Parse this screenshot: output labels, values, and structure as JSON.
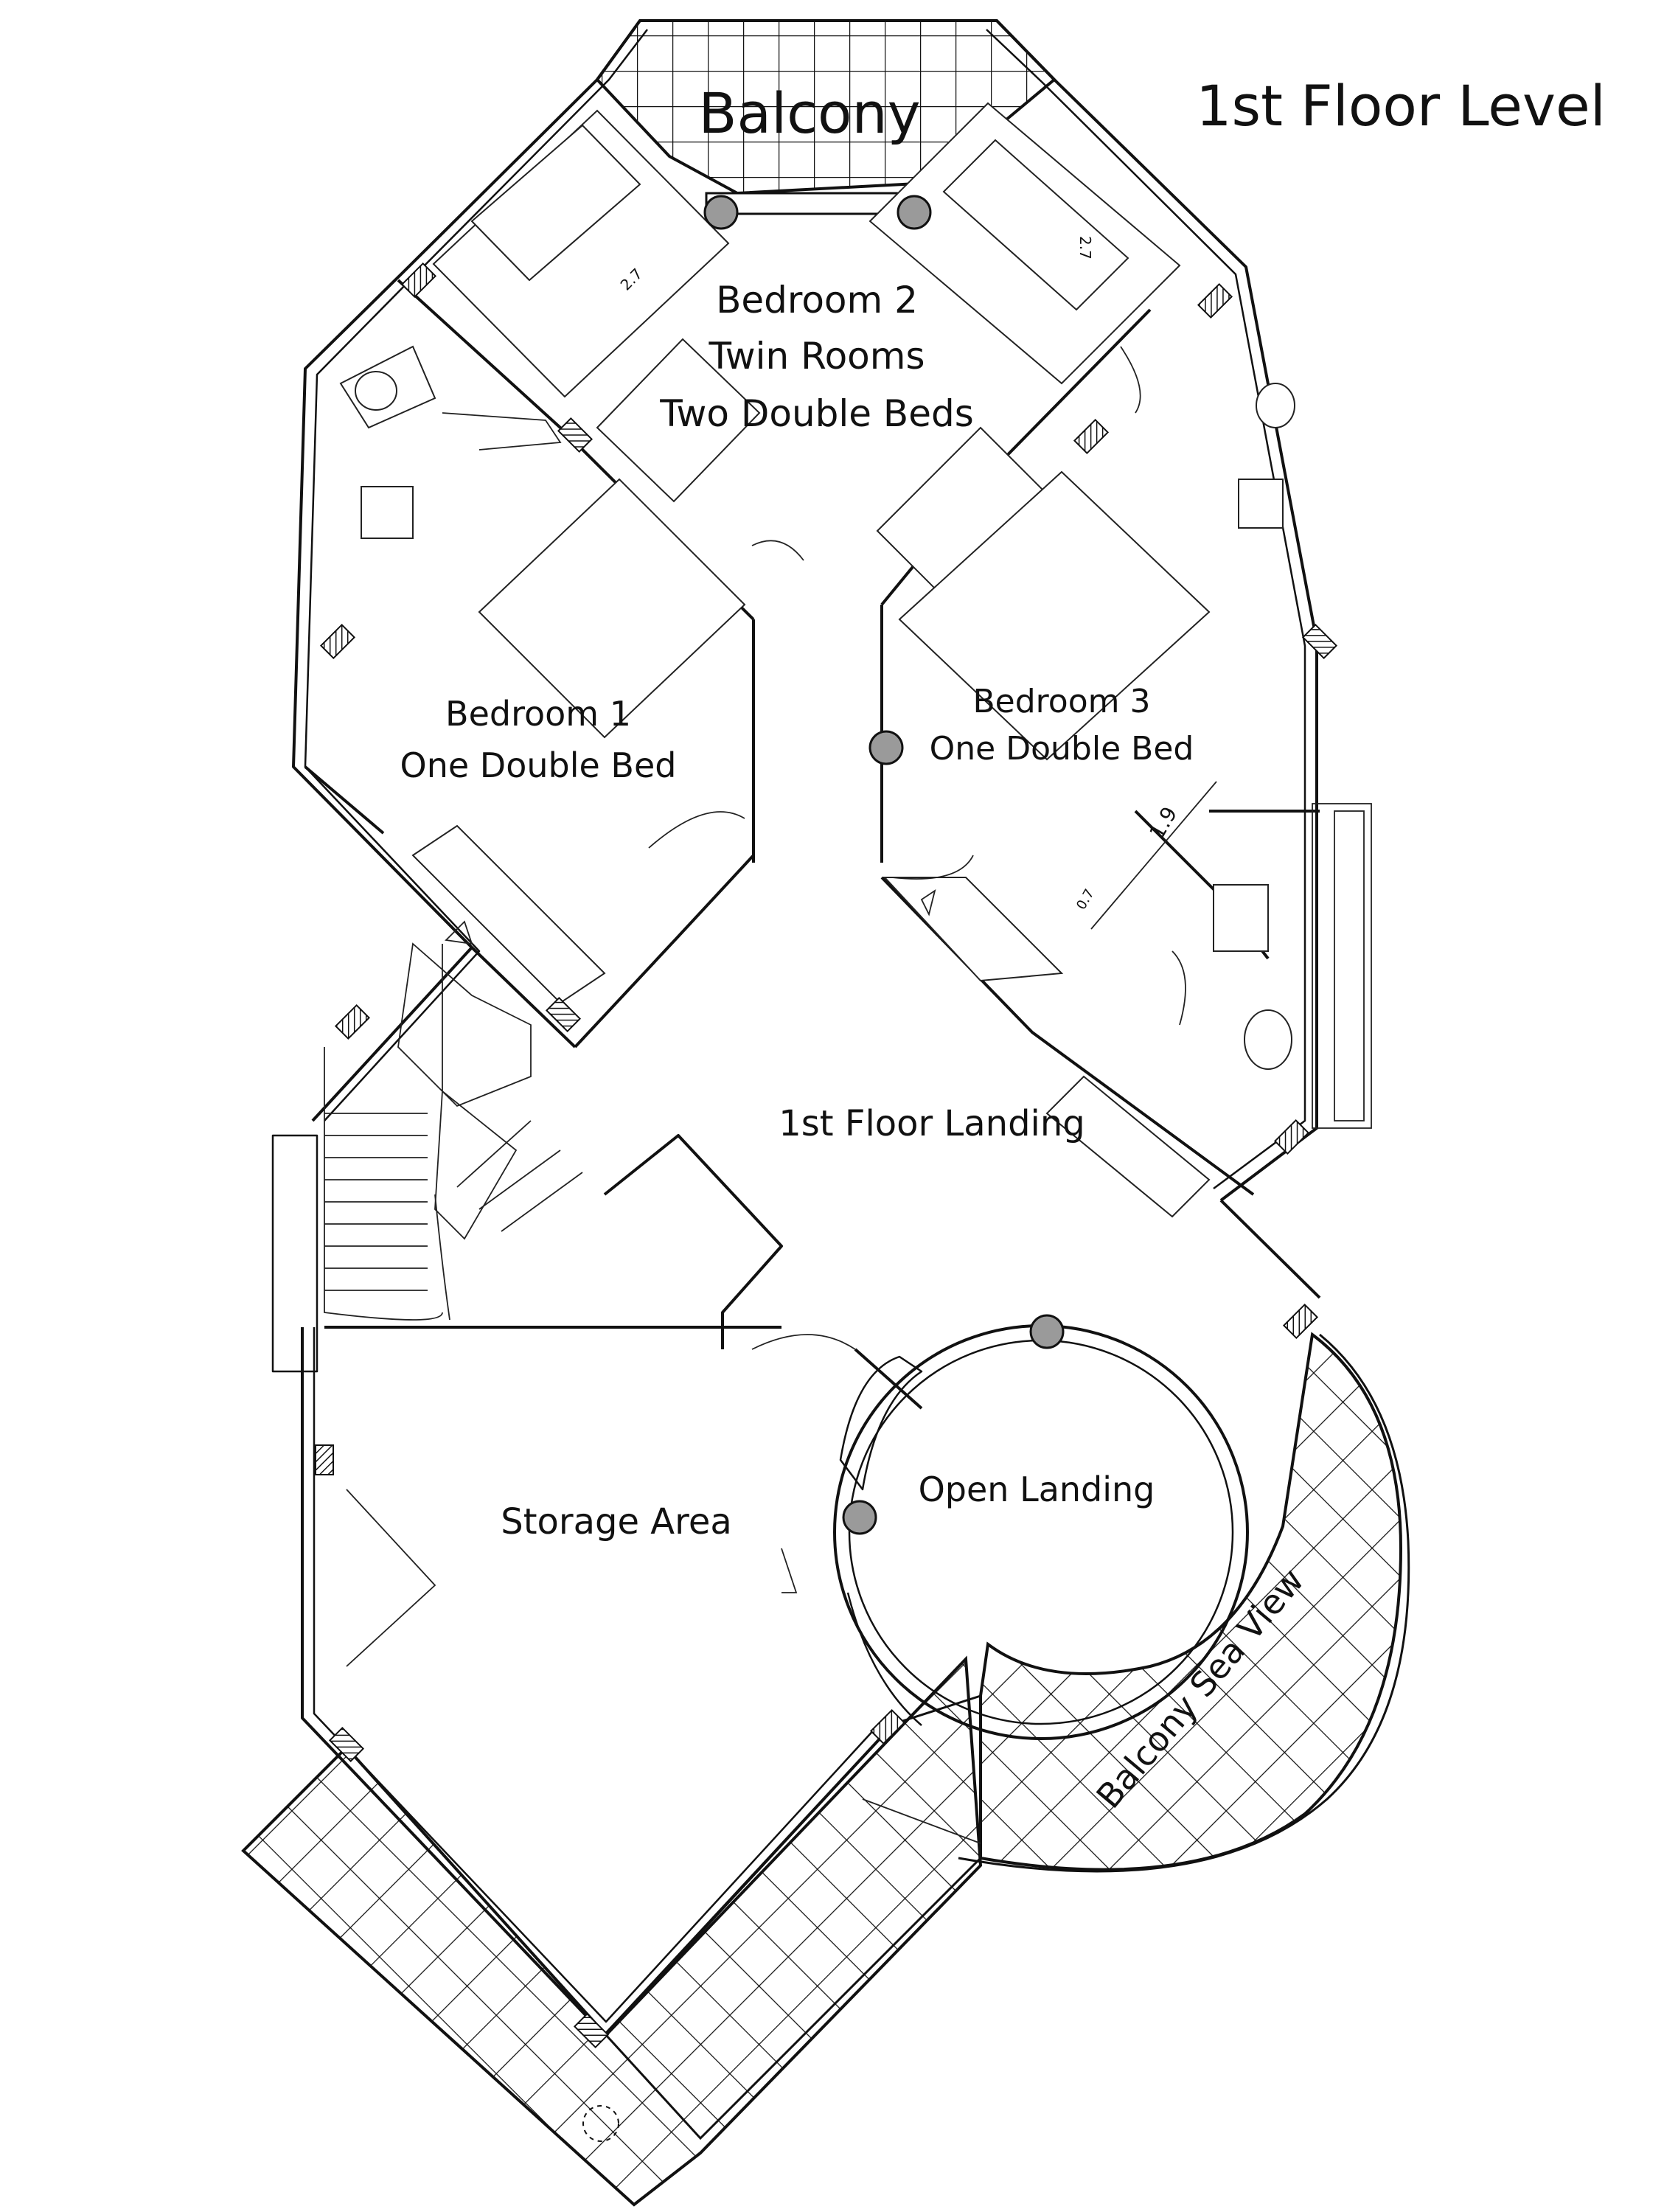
{
  "title": "1st Floor Level",
  "rooms": {
    "balcony_top": "Balcony",
    "bedroom2_line1": "Bedroom 2",
    "bedroom2_line2": "Twin Rooms",
    "bedroom2_line3": "Two Double Beds",
    "bedroom1_line1": "Bedroom 1",
    "bedroom1_line2": "One Double Bed",
    "bedroom3_line1": "Bedroom 3",
    "bedroom3_line2": "One Double Bed",
    "landing": "1st Floor Landing",
    "open_landing": "Open Landing",
    "storage": "Storage Area",
    "balcony_sea": "Balcony Sea View"
  },
  "dimensions": {
    "bed_left_top": "2.7",
    "bed_right_top": "2.7",
    "bed3_dim_a": "0.7",
    "bed3_dim_b": "1.9"
  },
  "colors": {
    "line": "#111111",
    "hatch": "#111111",
    "column_fill": "#9a9a9a",
    "background": "#ffffff"
  }
}
